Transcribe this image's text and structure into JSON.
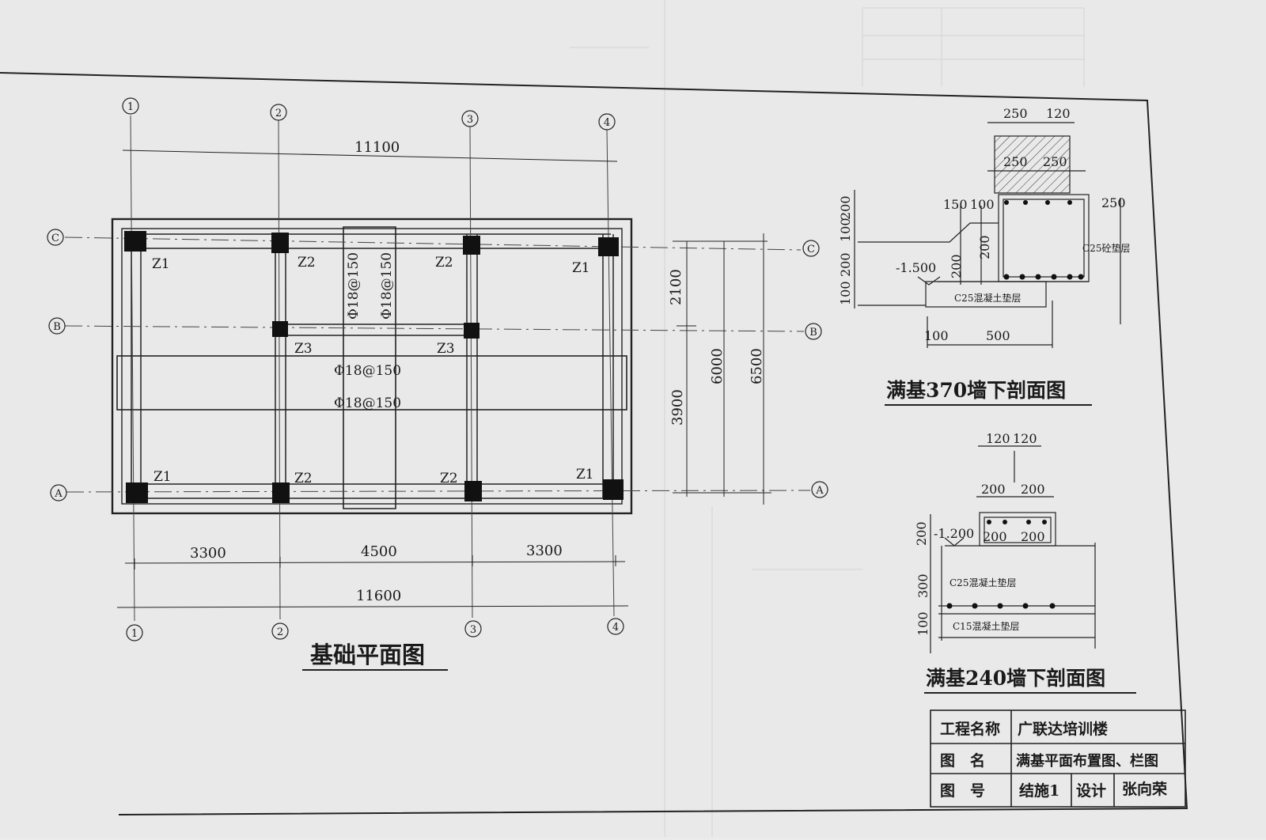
{
  "plan": {
    "title": "基础平面图",
    "axes_v": [
      "1",
      "2",
      "3",
      "4"
    ],
    "axes_h": [
      "C",
      "B",
      "A"
    ],
    "dim_top": "11100",
    "dim_bottom_spans": [
      "3300",
      "4500",
      "3300"
    ],
    "dim_bottom_total": "11600",
    "dim_right": [
      "2100",
      "3900",
      "6000",
      "6500"
    ],
    "column_labels": [
      "Z1",
      "Z2",
      "Z2",
      "Z1",
      "Z3",
      "Z3",
      "Z1",
      "Z2",
      "Z2",
      "Z1"
    ],
    "rebar": [
      "Φ18@150",
      "Φ18@150",
      "Φ18@150",
      "Φ18@150"
    ]
  },
  "section370": {
    "title": "满基370墙下剖面图",
    "dims_top": [
      "250",
      "120"
    ],
    "dims_wall": [
      "250",
      "250"
    ],
    "dims_mid": [
      "150",
      "100",
      "250"
    ],
    "dims_left": [
      "200",
      "100",
      "200",
      "100"
    ],
    "dims_inner": [
      "200",
      "200"
    ],
    "elevation": "-1.500",
    "dims_bottom": [
      "100",
      "500"
    ],
    "materials": [
      "C25砼垫层",
      "C25混凝土垫层"
    ]
  },
  "section240": {
    "title": "满基240墙下剖面图",
    "dims_top": [
      "120",
      "120"
    ],
    "dims_mid": [
      "200",
      "200"
    ],
    "dims_inner": [
      "200",
      "200"
    ],
    "elevation": "-1.200",
    "dims_left": [
      "200",
      "300",
      "100"
    ],
    "materials": [
      "C25混凝土垫层",
      "C15混凝土垫层"
    ]
  },
  "title_block": {
    "project_label": "工程名称",
    "project_value": "广联达培训楼",
    "drawing_label": "图　名",
    "drawing_value": "满基平面布置图、栏图",
    "number_label": "图　号",
    "number_value": "结施1",
    "design_label": "设计",
    "designer": "张向荣"
  }
}
